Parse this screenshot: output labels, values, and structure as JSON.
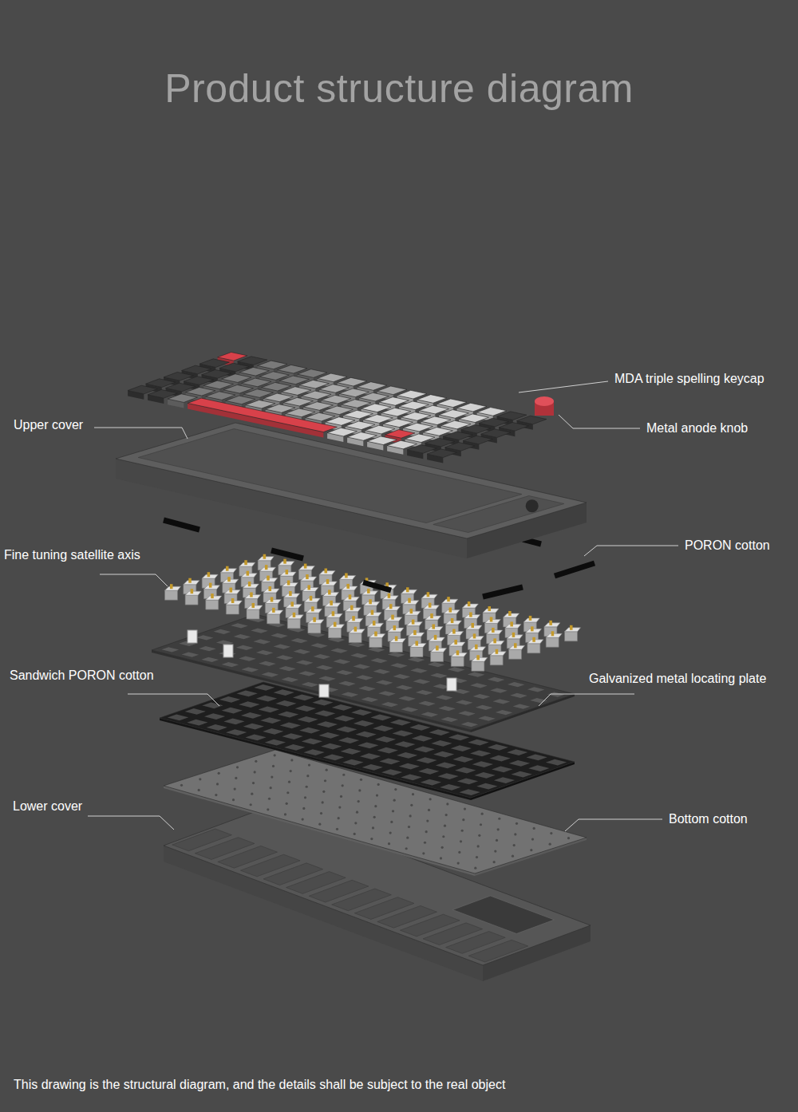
{
  "diagram": {
    "title": "Product structure diagram",
    "caption": "This drawing is the structural diagram, and the details shall be subject to the real object",
    "labels": [
      "MDA triple spelling keycap",
      "Upper cover",
      "Metal anode knob",
      "PORON cotton",
      "Fine tuning satellite axis",
      "Sandwich PORON cotton",
      "Galvanized metal locating plate",
      "Lower cover",
      "Bottom cotton"
    ]
  }
}
